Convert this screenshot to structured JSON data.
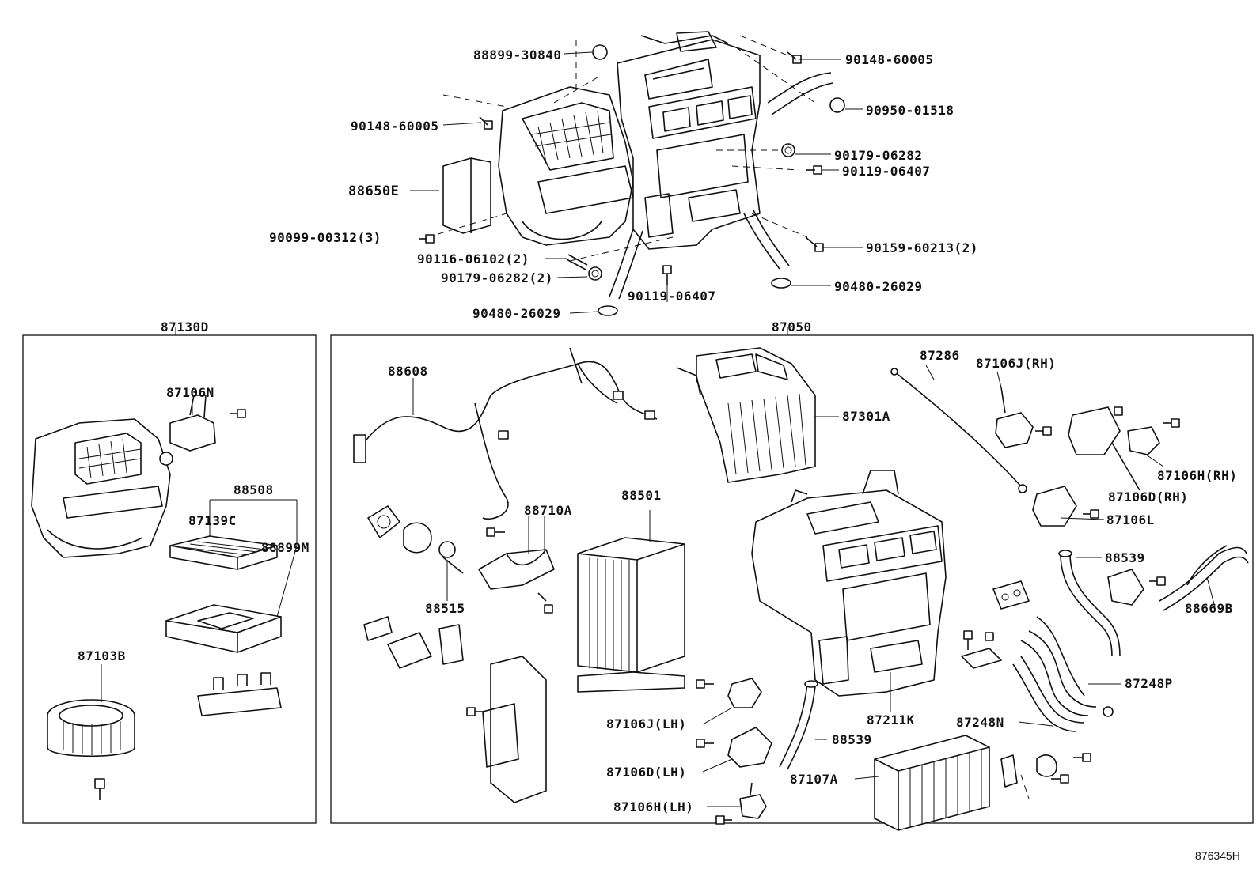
{
  "figure_id": "876345H",
  "groups": {
    "left_box": "87130D",
    "right_box": "87050"
  },
  "callouts": [
    {
      "id": "c01",
      "text": "88899-30840"
    },
    {
      "id": "c02",
      "text": "90148-60005"
    },
    {
      "id": "c03",
      "text": "90950-01518"
    },
    {
      "id": "c04",
      "text": "90148-60005"
    },
    {
      "id": "c05",
      "text": "90179-06282"
    },
    {
      "id": "c06",
      "text": "90119-06407"
    },
    {
      "id": "c07",
      "text": "88650E"
    },
    {
      "id": "c08",
      "text": "90099-00312(3)"
    },
    {
      "id": "c09",
      "text": "90159-60213(2)"
    },
    {
      "id": "c10",
      "text": "90116-06102(2)"
    },
    {
      "id": "c11",
      "text": "90179-06282(2)"
    },
    {
      "id": "c12",
      "text": "90480-26029"
    },
    {
      "id": "c13",
      "text": "90119-06407"
    },
    {
      "id": "c14",
      "text": "90480-26029"
    },
    {
      "id": "c15",
      "text": "87106N"
    },
    {
      "id": "c16",
      "text": "88508"
    },
    {
      "id": "c17",
      "text": "87139C"
    },
    {
      "id": "c18",
      "text": "88899M"
    },
    {
      "id": "c19",
      "text": "87103B"
    },
    {
      "id": "c20",
      "text": "88608"
    },
    {
      "id": "c21",
      "text": "87286"
    },
    {
      "id": "c22",
      "text": "87106J(RH)"
    },
    {
      "id": "c23",
      "text": "87301A"
    },
    {
      "id": "c24",
      "text": "87106H(RH)"
    },
    {
      "id": "c25",
      "text": "87106D(RH)"
    },
    {
      "id": "c26",
      "text": "88710A"
    },
    {
      "id": "c27",
      "text": "88501"
    },
    {
      "id": "c28",
      "text": "87106L"
    },
    {
      "id": "c29",
      "text": "88539"
    },
    {
      "id": "c30",
      "text": "88515"
    },
    {
      "id": "c31",
      "text": "88669B"
    },
    {
      "id": "c32",
      "text": "87248P"
    },
    {
      "id": "c33",
      "text": "87106J(LH)"
    },
    {
      "id": "c34",
      "text": "87211K"
    },
    {
      "id": "c35",
      "text": "87248N"
    },
    {
      "id": "c36",
      "text": "88539"
    },
    {
      "id": "c37",
      "text": "87106D(LH)"
    },
    {
      "id": "c38",
      "text": "87107A"
    },
    {
      "id": "c39",
      "text": "87106H(LH)"
    }
  ]
}
